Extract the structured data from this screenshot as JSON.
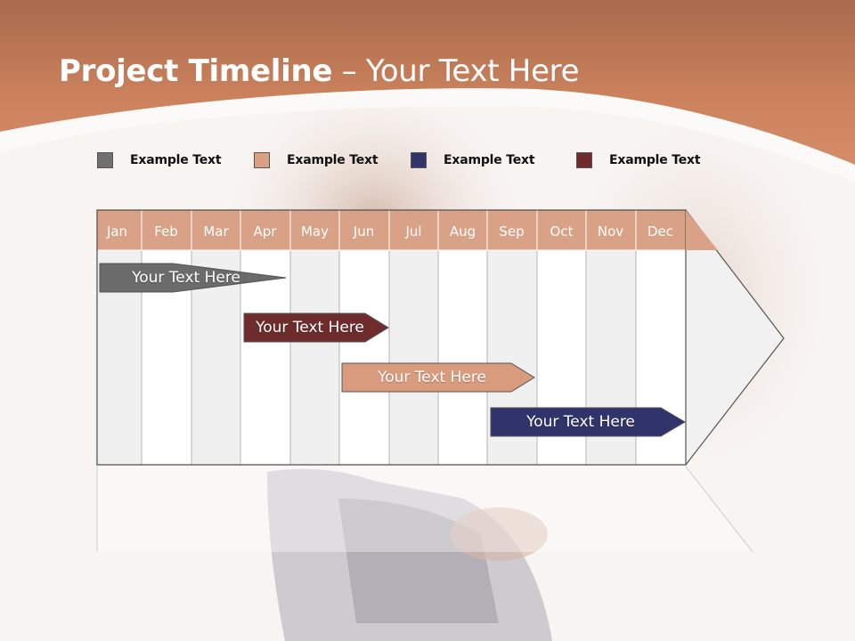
{
  "slide": {
    "title_bold": "Project Timeline",
    "title_rest": " – Your Text Here"
  },
  "legend": [
    {
      "label": "Example Text",
      "color": "#707070"
    },
    {
      "label": "Example Text",
      "color": "#dba083"
    },
    {
      "label": "Example Text",
      "color": "#31336b"
    },
    {
      "label": "Example Text",
      "color": "#6e2c2c"
    }
  ],
  "months": [
    "Jan",
    "Feb",
    "Mar",
    "Apr",
    "May",
    "Jun",
    "Jul",
    "Aug",
    "Sep",
    "Oct",
    "Nov",
    "Dec"
  ],
  "tasks": [
    {
      "label": "Your  Text Here",
      "color": "#6b6b6b"
    },
    {
      "label": "Your  Text Here",
      "color": "#6e2c2c"
    },
    {
      "label": "Your  Text Here",
      "color": "#d99b7d"
    },
    {
      "label": "Your  Text Here",
      "color": "#31336b"
    }
  ],
  "colors": {
    "header_band": "#c97d58",
    "month_header": "#d9a286"
  }
}
